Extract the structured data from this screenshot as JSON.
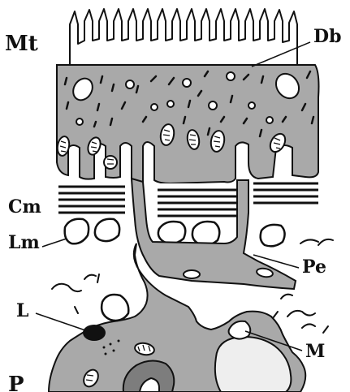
{
  "figure": {
    "labels": {
      "mt": "Mt",
      "db": "Db",
      "cm": "Cm",
      "lm": "Lm",
      "pe": "Pe",
      "l": "L",
      "m": "M",
      "p": "P"
    },
    "colors": {
      "tissue": "#a9a9a9",
      "outline": "#111111",
      "lumen": "#ffffff",
      "darkInclusion": "#7d7d7d",
      "background": "#ffffff"
    }
  }
}
